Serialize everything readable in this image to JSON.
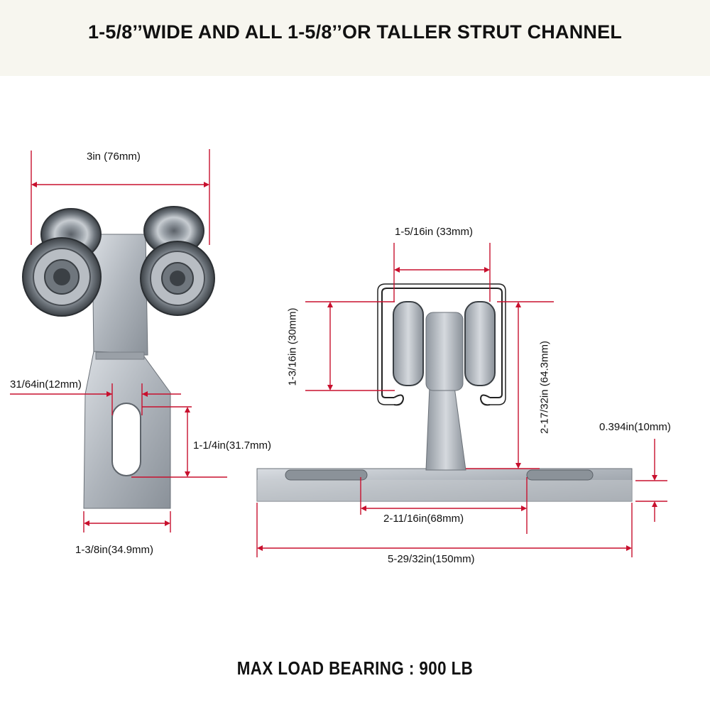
{
  "header": {
    "title": "1-5/8’’WIDE AND ALL 1-5/8’’OR TALLER STRUT CHANNEL"
  },
  "dimensions": {
    "width_overall": "3in (76mm)",
    "slot_width": "31/64in(12mm)",
    "slot_length": "1-1/4in(31.7mm)",
    "bracket_width": "1-3/8in(34.9mm)",
    "wheel_gap": "1-5/16in (33mm)",
    "wheel_height": "1-3/16in (30mm)",
    "total_height": "2-17/32in (64.3mm)",
    "plate_thickness": "0.394in(10mm)",
    "slot_spacing": "2-11/16in(68mm)",
    "plate_length": "5-29/32in(150mm)"
  },
  "footer": {
    "text": "MAX LOAD BEARING : 900 LB"
  },
  "colors": {
    "dimension_line": "#c8102e",
    "metal": "#b9bfc6",
    "metal_dark": "#7d848c",
    "header_bg": "#f7f6ef"
  }
}
